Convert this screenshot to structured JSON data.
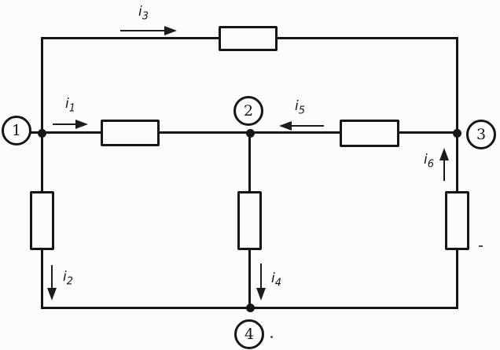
{
  "diagram": {
    "kind": "circuit-diagram",
    "background_color": "#fcfcfc",
    "ink_color": "#161616"
  },
  "nodes": {
    "n1": {
      "label": "1"
    },
    "n2": {
      "label": "2"
    },
    "n3": {
      "label": "3"
    },
    "n4": {
      "label": "4"
    }
  },
  "currents": {
    "i1": {
      "symbol": "i",
      "subscript": "1",
      "arrow_direction": "right",
      "branch": "node 1 toward node 2"
    },
    "i2": {
      "symbol": "i",
      "subscript": "2",
      "arrow_direction": "down",
      "branch": "node 1 toward node 4, left branch"
    },
    "i3": {
      "symbol": "i",
      "subscript": "3",
      "arrow_direction": "right",
      "branch": "node 1 toward node 3, top branch"
    },
    "i4": {
      "symbol": "i",
      "subscript": "4",
      "arrow_direction": "down",
      "branch": "node 2 toward node 4, middle branch"
    },
    "i5": {
      "symbol": "i",
      "subscript": "5",
      "arrow_direction": "left",
      "branch": "node 3 toward node 2"
    },
    "i6": {
      "symbol": "i",
      "subscript": "6",
      "arrow_direction": "up",
      "branch": "node 4 toward node 3, right branch"
    }
  },
  "resistors": {
    "top": {
      "branch": "node1-node3 top branch"
    },
    "r12": {
      "branch": "node1-node2"
    },
    "r23": {
      "branch": "node2-node3"
    },
    "left": {
      "branch": "node1-node4 left branch"
    },
    "middle": {
      "branch": "node2-node4 middle branch"
    },
    "right": {
      "branch": "node3-node4 right branch"
    }
  }
}
